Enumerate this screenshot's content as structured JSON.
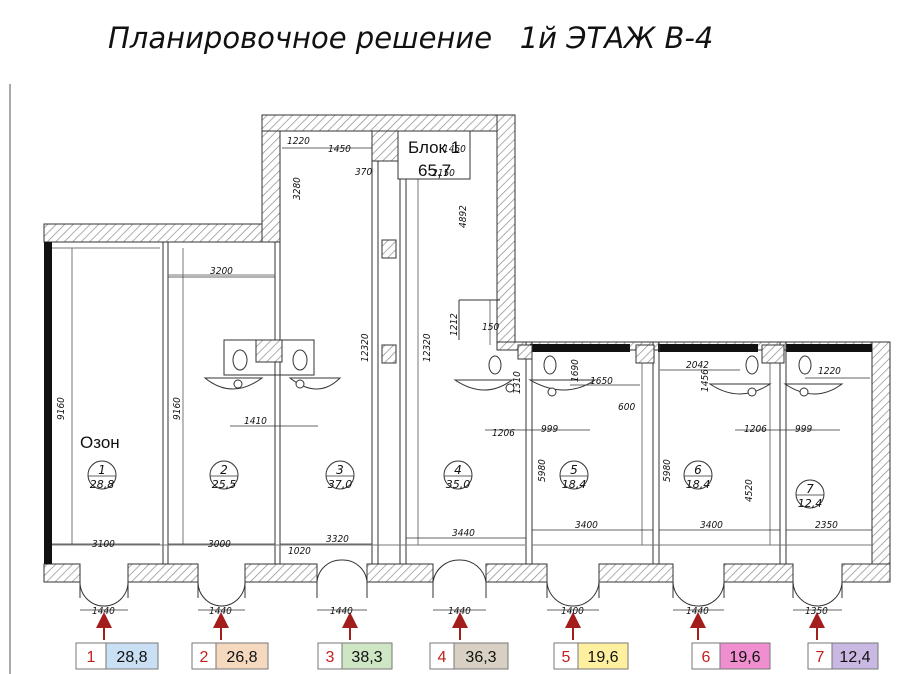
{
  "title": "Планировочное решение   1й ЭТАЖ В-4",
  "block": {
    "label": "Блок 1",
    "value": "65,7"
  },
  "ozon_label": "Озон",
  "rooms": [
    {
      "num": "1",
      "area": "28,8"
    },
    {
      "num": "2",
      "area": "25,5"
    },
    {
      "num": "3",
      "area": "37,0"
    },
    {
      "num": "4",
      "area": "35,0"
    },
    {
      "num": "5",
      "area": "18,4"
    },
    {
      "num": "6",
      "area": "18,4"
    },
    {
      "num": "7",
      "area": "12,4"
    }
  ],
  "legend": [
    {
      "num": "1",
      "value": "28,8",
      "color": "#c9dff3"
    },
    {
      "num": "2",
      "value": "26,8",
      "color": "#f4d9bf"
    },
    {
      "num": "3",
      "value": "38,3",
      "color": "#cfe6c4"
    },
    {
      "num": "4",
      "value": "36,3",
      "color": "#d8d1c3"
    },
    {
      "num": "5",
      "value": "19,6",
      "color": "#fff0a0"
    },
    {
      "num": "6",
      "value": "19,6",
      "color": "#f08fd0"
    },
    {
      "num": "7",
      "value": "12,4",
      "color": "#c9b9e2"
    }
  ],
  "dims": {
    "d1220_top": "1220",
    "d1450": "1450",
    "d370": "370",
    "d1450b": "1450",
    "d2150": "2150",
    "d3280": "3280",
    "d4892": "4892",
    "d3200": "3200",
    "d9160a": "9160",
    "d9160b": "9160",
    "d12320a": "12320",
    "d12320b": "12320",
    "d1212": "1212",
    "d150": "150",
    "d1410": "1410",
    "d1310": "1310",
    "d1690": "1690",
    "d1650": "1650",
    "d600": "600",
    "d1206a": "1206",
    "d999a": "999",
    "d5980a": "5980",
    "d5980b": "5980",
    "d2042": "2042",
    "d1456": "1456",
    "d1220b": "1220",
    "d1206b": "1206",
    "d999b": "999",
    "d4520": "4520",
    "d3100": "3100",
    "d3000": "3000",
    "d1020": "1020",
    "d3320": "3320",
    "d3440": "3440",
    "d3400a": "3400",
    "d3400b": "3400",
    "d2350": "2350",
    "door1": "1440",
    "door2": "1440",
    "door3": "1440",
    "door4": "1440",
    "door5": "1400",
    "door6": "1440",
    "door7": "1350"
  }
}
